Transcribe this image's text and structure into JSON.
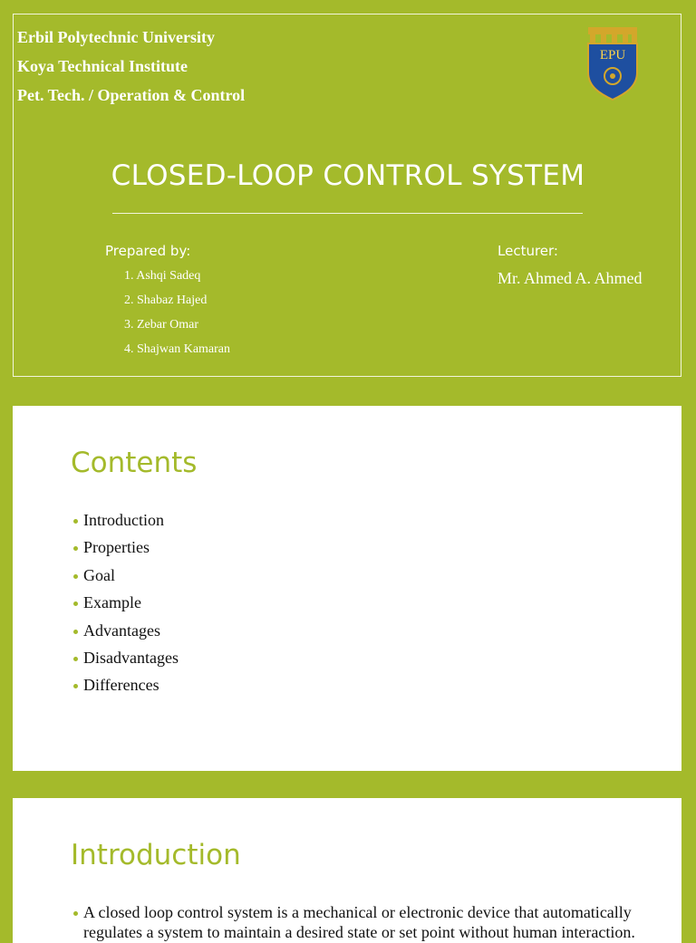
{
  "slide1": {
    "institution_lines": [
      "Erbil Polytechnic University",
      "Koya Technical Institute",
      "Pet. Tech. / Operation & Control"
    ],
    "logo_text": "EPU",
    "title": "CLOSED-LOOP CONTROL SYSTEM",
    "prepared_by_label": "Prepared by:",
    "prepared_by": [
      "1. Ashqi Sadeq",
      "2. Shabaz Hajed",
      "3. Zebar Omar",
      "4. Shajwan Kamaran"
    ],
    "lecturer_label": "Lecturer:",
    "lecturer_name": "Mr. Ahmed A. Ahmed"
  },
  "slide2": {
    "heading": "Contents",
    "items": [
      "Introduction",
      "Properties",
      "Goal",
      "Example",
      "Advantages",
      "Disadvantages",
      "Differences"
    ]
  },
  "slide3": {
    "heading": "Introduction",
    "bullets": [
      "A closed loop control system is a mechanical or electronic device that automatically regulates a system to maintain a desired state or set point without human interaction."
    ]
  },
  "colors": {
    "accent": "#a4ba2b",
    "logo_blue": "#1e4fa0",
    "logo_gold": "#d3a72b"
  }
}
